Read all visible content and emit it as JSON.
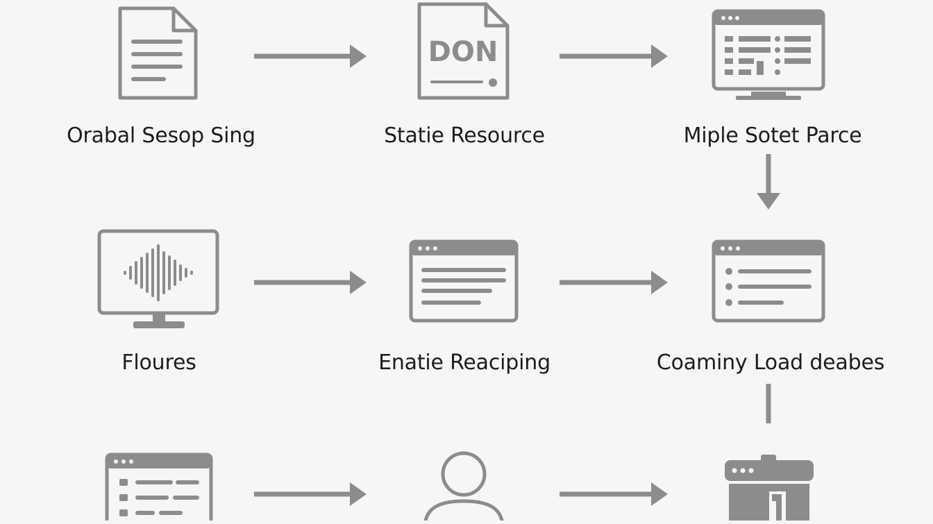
{
  "colors": {
    "icon": "#8c8c8f",
    "text": "#1c1c1c",
    "background": "#f6f6f7"
  },
  "nodes": [
    {
      "id": "n1",
      "icon": "document-icon",
      "label": "Orabal Sesop Sing"
    },
    {
      "id": "n2",
      "icon": "don-document-icon",
      "icon_text": "DON",
      "label": "Statie Resource"
    },
    {
      "id": "n3",
      "icon": "dashboard-monitor-icon",
      "label": "Miple Sotet Parce"
    },
    {
      "id": "n4",
      "icon": "audio-monitor-icon",
      "label": "Floures"
    },
    {
      "id": "n5",
      "icon": "browser-text-icon",
      "label": "Enatie Reaciping"
    },
    {
      "id": "n6",
      "icon": "browser-list-icon",
      "label": "Coaminy Load deabes"
    },
    {
      "id": "n7",
      "icon": "browser-form-icon",
      "label": ""
    },
    {
      "id": "n8",
      "icon": "user-icon",
      "label": ""
    },
    {
      "id": "n9",
      "icon": "server-icon",
      "label": ""
    }
  ],
  "edges": [
    {
      "from": "n1",
      "to": "n2"
    },
    {
      "from": "n2",
      "to": "n3"
    },
    {
      "from": "n3",
      "to": "n6"
    },
    {
      "from": "n4",
      "to": "n5"
    },
    {
      "from": "n5",
      "to": "n6"
    },
    {
      "from": "n6",
      "to": "n9"
    },
    {
      "from": "n7",
      "to": "n8"
    },
    {
      "from": "n8",
      "to": "n9"
    }
  ]
}
